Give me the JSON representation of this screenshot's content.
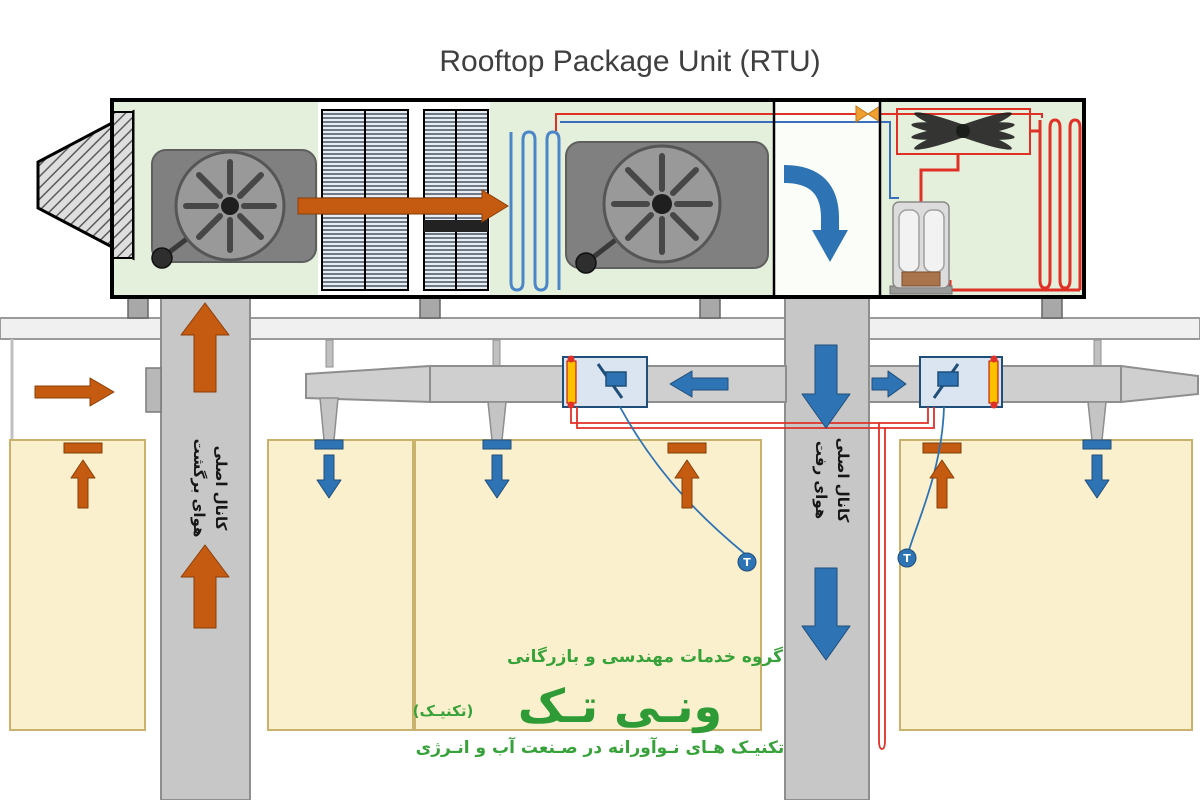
{
  "title": "Rooftop Package Unit (RTU)",
  "ducts": {
    "return": {
      "label_line1": "کانال اصلی",
      "label_line2": "هوای برگشت"
    },
    "supply": {
      "label_line1": "کانال اصلی",
      "label_line2": "هوای رفت"
    }
  },
  "thermostat": {
    "label": "T"
  },
  "watermark": {
    "tagline_top": "گروه خدمات مهندسی و بازرگانی",
    "brand": "ونـی تـک",
    "brand_note": "(تکنیـک)",
    "tagline_bottom": "تکنیـک هـای نـوآورانه در صـنعت آب و انـرژی"
  },
  "colors": {
    "rtu_interior_green": "#E4F0DC",
    "duct_gray": "#C9C9C9",
    "room_cream": "#FBF0CD",
    "return_air_orange": "#C55A11",
    "supply_air_blue": "#2E74B5",
    "refrigerant_red": "#E03127",
    "evaporator_coil_blue": "#4A86C8",
    "heater_strip_yellow": "#FFC000",
    "brand_green": "#38A23A",
    "title_gray": "#3F3F3F"
  }
}
